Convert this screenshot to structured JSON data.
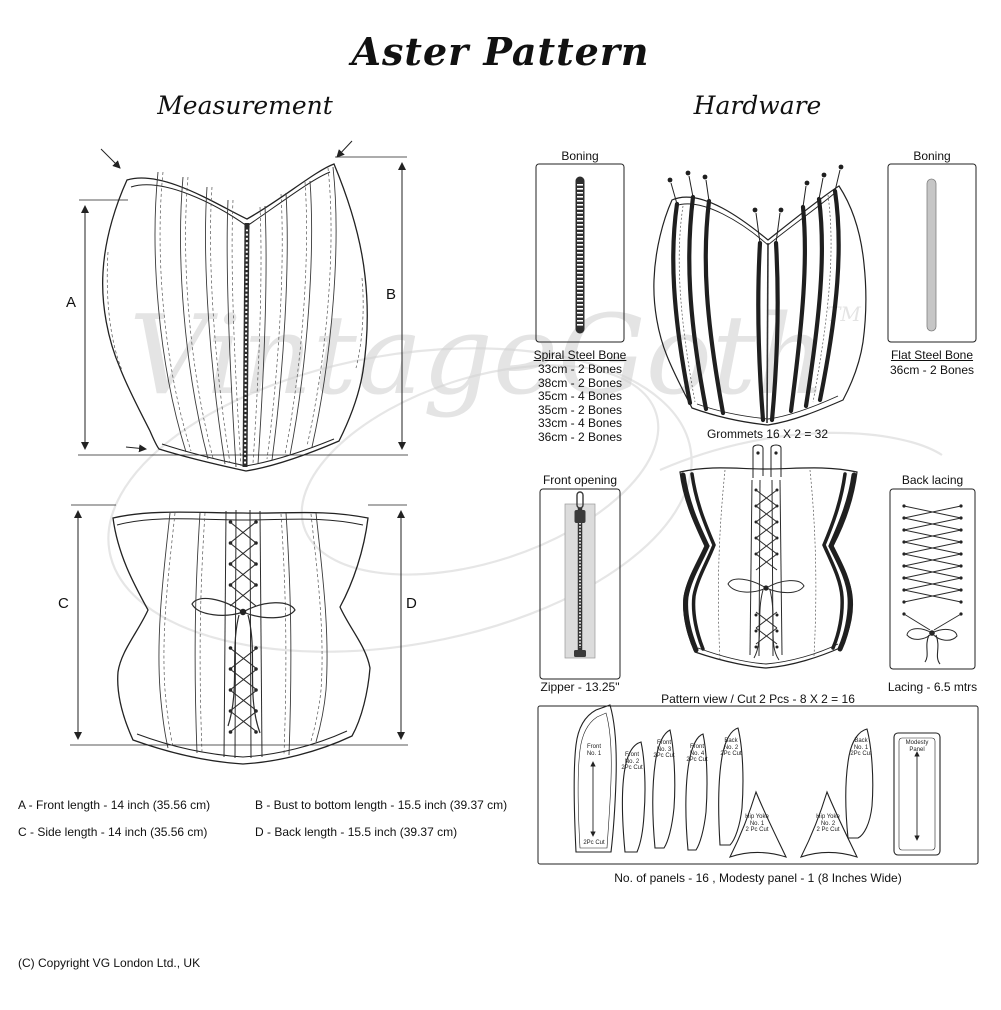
{
  "title": "Aster Pattern",
  "watermark": {
    "text": "VintageGoth",
    "tm": "TM"
  },
  "sections": {
    "measurement": "Measurement",
    "hardware": "Hardware"
  },
  "dimension_labels": {
    "a": "A",
    "b": "B",
    "c": "C",
    "d": "D"
  },
  "measurement_notes": {
    "a": "A - Front length - 14 inch (35.56 cm)",
    "b": "B - Bust to bottom length - 15.5 inch (39.37 cm)",
    "c": "C - Side length - 14 inch (35.56 cm)",
    "d": "D - Back length - 15.5 inch (39.37 cm)"
  },
  "spiral_bone": {
    "box_label": "Boning",
    "name": "Spiral Steel Bone",
    "items": [
      "33cm - 2 Bones",
      "38cm - 2 Bones",
      "35cm - 4 Bones",
      "35cm - 2 Bones",
      "33cm - 4 Bones",
      "36cm - 2 Bones"
    ]
  },
  "flat_bone": {
    "box_label": "Boning",
    "name": "Flat Steel Bone",
    "detail": "36cm - 2 Bones"
  },
  "grommets_note": "Grommets 16 X 2 = 32",
  "front_opening": {
    "label": "Front opening",
    "detail": "Zipper - 13.25\""
  },
  "back_lacing": {
    "label": "Back lacing",
    "detail": "Lacing - 6.5 mtrs"
  },
  "pattern_view": {
    "title": "Pattern view  /  Cut 2 Pcs - 8 X 2 = 16",
    "note": "No. of panels - 16  , Modesty panel - 1 (8 Inches Wide)",
    "pieces": {
      "front1": {
        "lines": [
          "Front",
          "No. 1"
        ],
        "cut": "2Pc Cut"
      },
      "front2": {
        "lines": [
          "Front",
          "No. 2"
        ],
        "cut": "2Pc Cut"
      },
      "front3": {
        "lines": [
          "Front",
          "No. 3"
        ],
        "cut": "2Pc Cut"
      },
      "front4": {
        "lines": [
          "Front",
          "No. 4"
        ],
        "cut": "2Pc Cut"
      },
      "back2": {
        "lines": [
          "Back",
          "No. 2"
        ],
        "cut": "2Pc Cut"
      },
      "back1": {
        "lines": [
          "Back",
          "No. 1"
        ],
        "cut": "2Pc Cut"
      },
      "hip1": {
        "lines": [
          "Hip Yoke",
          "No. 1"
        ],
        "cut": "2 Pc Cut"
      },
      "hip2": {
        "lines": [
          "Hip Yoke",
          "No. 2"
        ],
        "cut": "2 Pc Cut"
      },
      "modesty": {
        "lines": [
          "Modesty",
          "Panel"
        ]
      }
    }
  },
  "copyright": "(C) Copyright VG London Ltd., UK"
}
